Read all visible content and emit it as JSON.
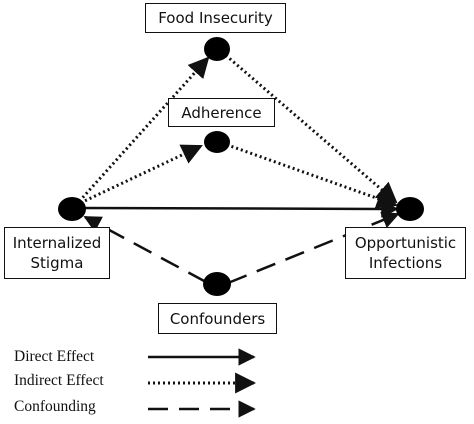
{
  "diagram": {
    "nodes": {
      "food_insecurity": "Food Insecurity",
      "adherence": "Adherence",
      "internalized_stigma": "Internalized\nStigma",
      "opportunistic_infections": "Opportunistic\nInfections",
      "confounders": "Confounders"
    },
    "edges": [
      {
        "from": "internalized_stigma",
        "to": "food_insecurity",
        "style": "dotted"
      },
      {
        "from": "food_insecurity",
        "to": "opportunistic_infections",
        "style": "dotted"
      },
      {
        "from": "internalized_stigma",
        "to": "adherence",
        "style": "dotted"
      },
      {
        "from": "adherence",
        "to": "opportunistic_infections",
        "style": "dotted"
      },
      {
        "from": "internalized_stigma",
        "to": "opportunistic_infections",
        "style": "solid"
      },
      {
        "from": "confounders",
        "to": "internalized_stigma",
        "style": "dashed"
      },
      {
        "from": "confounders",
        "to": "opportunistic_infections",
        "style": "dashed"
      }
    ],
    "legend": {
      "direct": "Direct Effect",
      "indirect": "Indirect Effect",
      "confounding": "Confounding"
    },
    "colors": {
      "ink": "#111111",
      "background": "#ffffff"
    }
  }
}
